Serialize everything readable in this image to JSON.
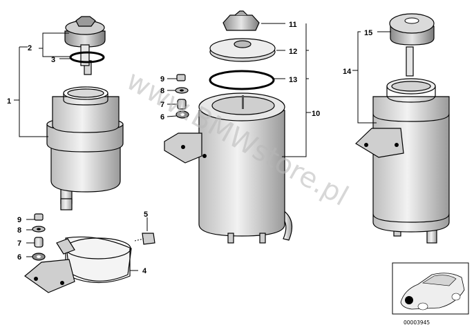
{
  "diagram": {
    "callouts": {
      "c1": "1",
      "c2": "2",
      "c3": "3",
      "c4": "4",
      "c5": "5",
      "c6a": "6",
      "c6b": "6",
      "c7a": "7",
      "c7b": "7",
      "c8a": "8",
      "c8b": "8",
      "c9a": "9",
      "c9b": "9",
      "c10": "10",
      "c11": "11",
      "c12": "12",
      "c13": "13",
      "c14": "14",
      "c15": "15"
    },
    "watermark": "www.BMWstore.pl",
    "reference_number": "00003945"
  }
}
